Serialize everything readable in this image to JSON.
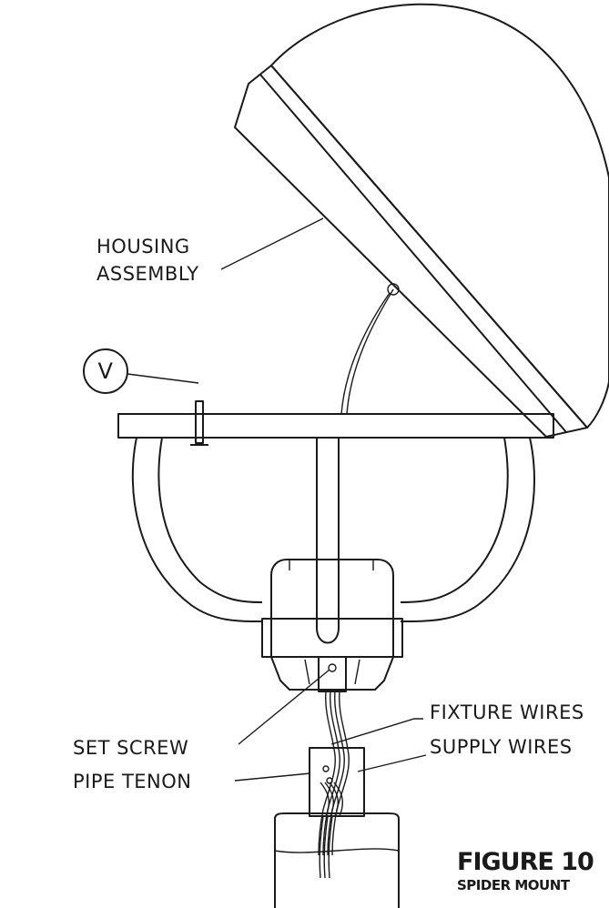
{
  "labels": {
    "housing_line1": "HOUSING",
    "housing_line2": "ASSEMBLY",
    "callout_v": "V",
    "set_screw": "SET SCREW",
    "fixture_wires": "FIXTURE WIRES",
    "supply_wires": "SUPPLY WIRES",
    "pipe_tenon": "PIPE TENON"
  },
  "figure": {
    "number": "FIGURE 10",
    "caption": "SPIDER MOUNT"
  }
}
